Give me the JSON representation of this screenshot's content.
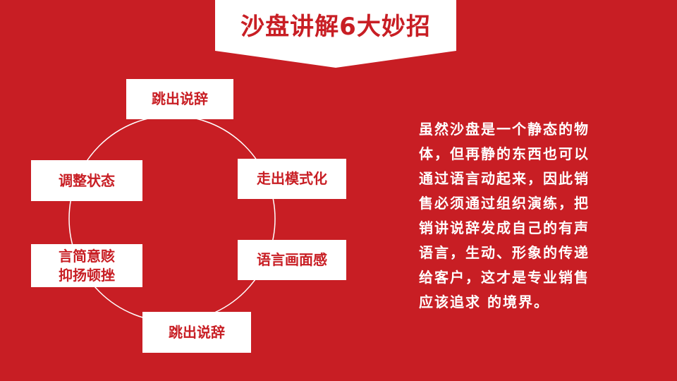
{
  "slide": {
    "background_color": "#c81e24",
    "title": "沙盘讲解6大妙招"
  },
  "cycle_items": [
    {
      "label": "跳出说辞"
    },
    {
      "label": "走出模式化"
    },
    {
      "label": "语言画面感"
    },
    {
      "label": "跳出说辞"
    },
    {
      "label": "言简意赅\n抑扬顿挫"
    },
    {
      "label": "调整状态"
    }
  ],
  "description": "虽然沙盘是一个静态的物\n体，但再静的东西也可以\n通过语言动起来，因此销\n售必须通过组织演练，把\n销讲说辞发成自己的有声\n语言，生动、形象的传递\n给客户，这才是专业销售\n应该追求 的境界。"
}
